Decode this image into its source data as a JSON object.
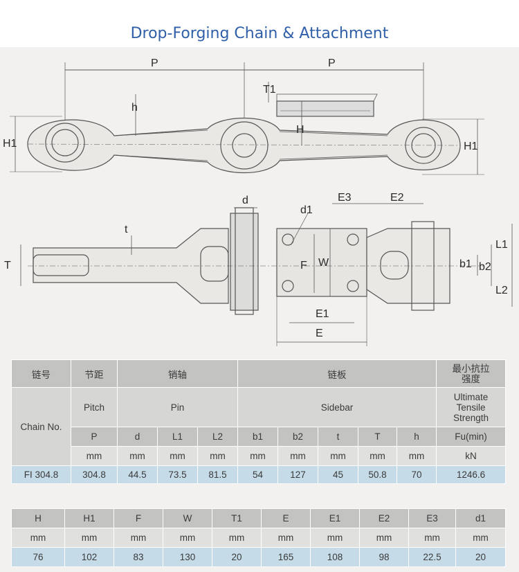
{
  "title": "Drop-Forging Chain & Attachment",
  "drawing": {
    "labels": {
      "P": "P",
      "h": "h",
      "T1": "T1",
      "H": "H",
      "H1": "H1",
      "d": "d",
      "d1": "d1",
      "E3": "E3",
      "E2": "E2",
      "t": "t",
      "T": "T",
      "F": "F",
      "W": "W",
      "E1": "E1",
      "E": "E",
      "L1": "L1",
      "L2": "L2",
      "b1": "b1",
      "b2": "b2"
    }
  },
  "table1": {
    "cn_chain_no": "链号",
    "cn_pitch": "节距",
    "cn_pin": "销轴",
    "cn_sidebar": "链板",
    "cn_strength": "最小抗拉强度",
    "chain_no": "Chain No.",
    "pitch": "Pitch",
    "pin": "Pin",
    "sidebar": "Sidebar",
    "strength": "Ultimate Tensile Strength",
    "symbols": [
      "P",
      "d",
      "L1",
      "L2",
      "b1",
      "b2",
      "t",
      "T",
      "h",
      "Fu(min)"
    ],
    "units": [
      "mm",
      "mm",
      "mm",
      "mm",
      "mm",
      "mm",
      "mm",
      "mm",
      "mm",
      "kN"
    ],
    "row": [
      "FI 304.8",
      "304.8",
      "44.5",
      "73.5",
      "81.5",
      "54",
      "127",
      "45",
      "50.8",
      "70",
      "1246.6"
    ]
  },
  "table2": {
    "headers": [
      "H",
      "H1",
      "F",
      "W",
      "T1",
      "E",
      "E1",
      "E2",
      "E3",
      "d1"
    ],
    "units": [
      "mm",
      "mm",
      "mm",
      "mm",
      "mm",
      "mm",
      "mm",
      "mm",
      "mm",
      "mm"
    ],
    "row": [
      "76",
      "102",
      "83",
      "130",
      "20",
      "165",
      "108",
      "98",
      "22.5",
      "20"
    ]
  }
}
